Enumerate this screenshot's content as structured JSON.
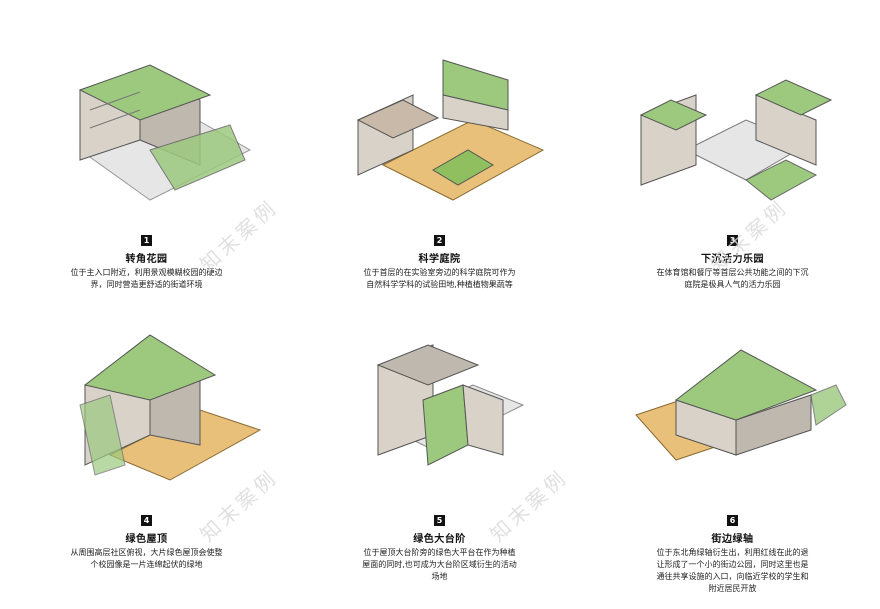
{
  "items": [
    {
      "num": "1",
      "title": "转角花园",
      "lines": [
        "位于主入口附近，利用景观模糊校园的硬边",
        "界，同时营造更舒适的街道环境"
      ]
    },
    {
      "num": "2",
      "title": "科学庭院",
      "lines": [
        "位于首层的在实验室旁边的科学庭院可作为",
        "自然科学学科的试验田地,种植植物果蔬等"
      ]
    },
    {
      "num": "3",
      "title": "下沉活力乐园",
      "lines": [
        "在体育馆和餐厅等首层公共功能之间的下沉",
        "庭院是极具人气的活力乐园"
      ]
    },
    {
      "num": "4",
      "title": "绿色屋顶",
      "lines": [
        "从周围高层社区俯视，大片绿色屋顶会使整",
        "个校园像是一片连绵起伏的绿地"
      ]
    },
    {
      "num": "5",
      "title": "绿色大台阶",
      "lines": [
        "位于屋顶大台阶旁的绿色大平台在作为种植",
        "屋面的同时,也可成为大台阶区域衍生的活动",
        "场地"
      ]
    },
    {
      "num": "6",
      "title": "街边绿轴",
      "lines": [
        "位于东北角绿轴衍生出，利用红线在此的退",
        "让形成了一个小的街边公园，同时这里也是",
        "通往共享设施的入口，向临近学校的学生和",
        "附近居民开放"
      ]
    }
  ],
  "watermark": "知末案例",
  "colors": {
    "roof": "#9cc97e",
    "wall": "#d8d2c9",
    "deck": "#e9c07a",
    "line": "#555555"
  }
}
